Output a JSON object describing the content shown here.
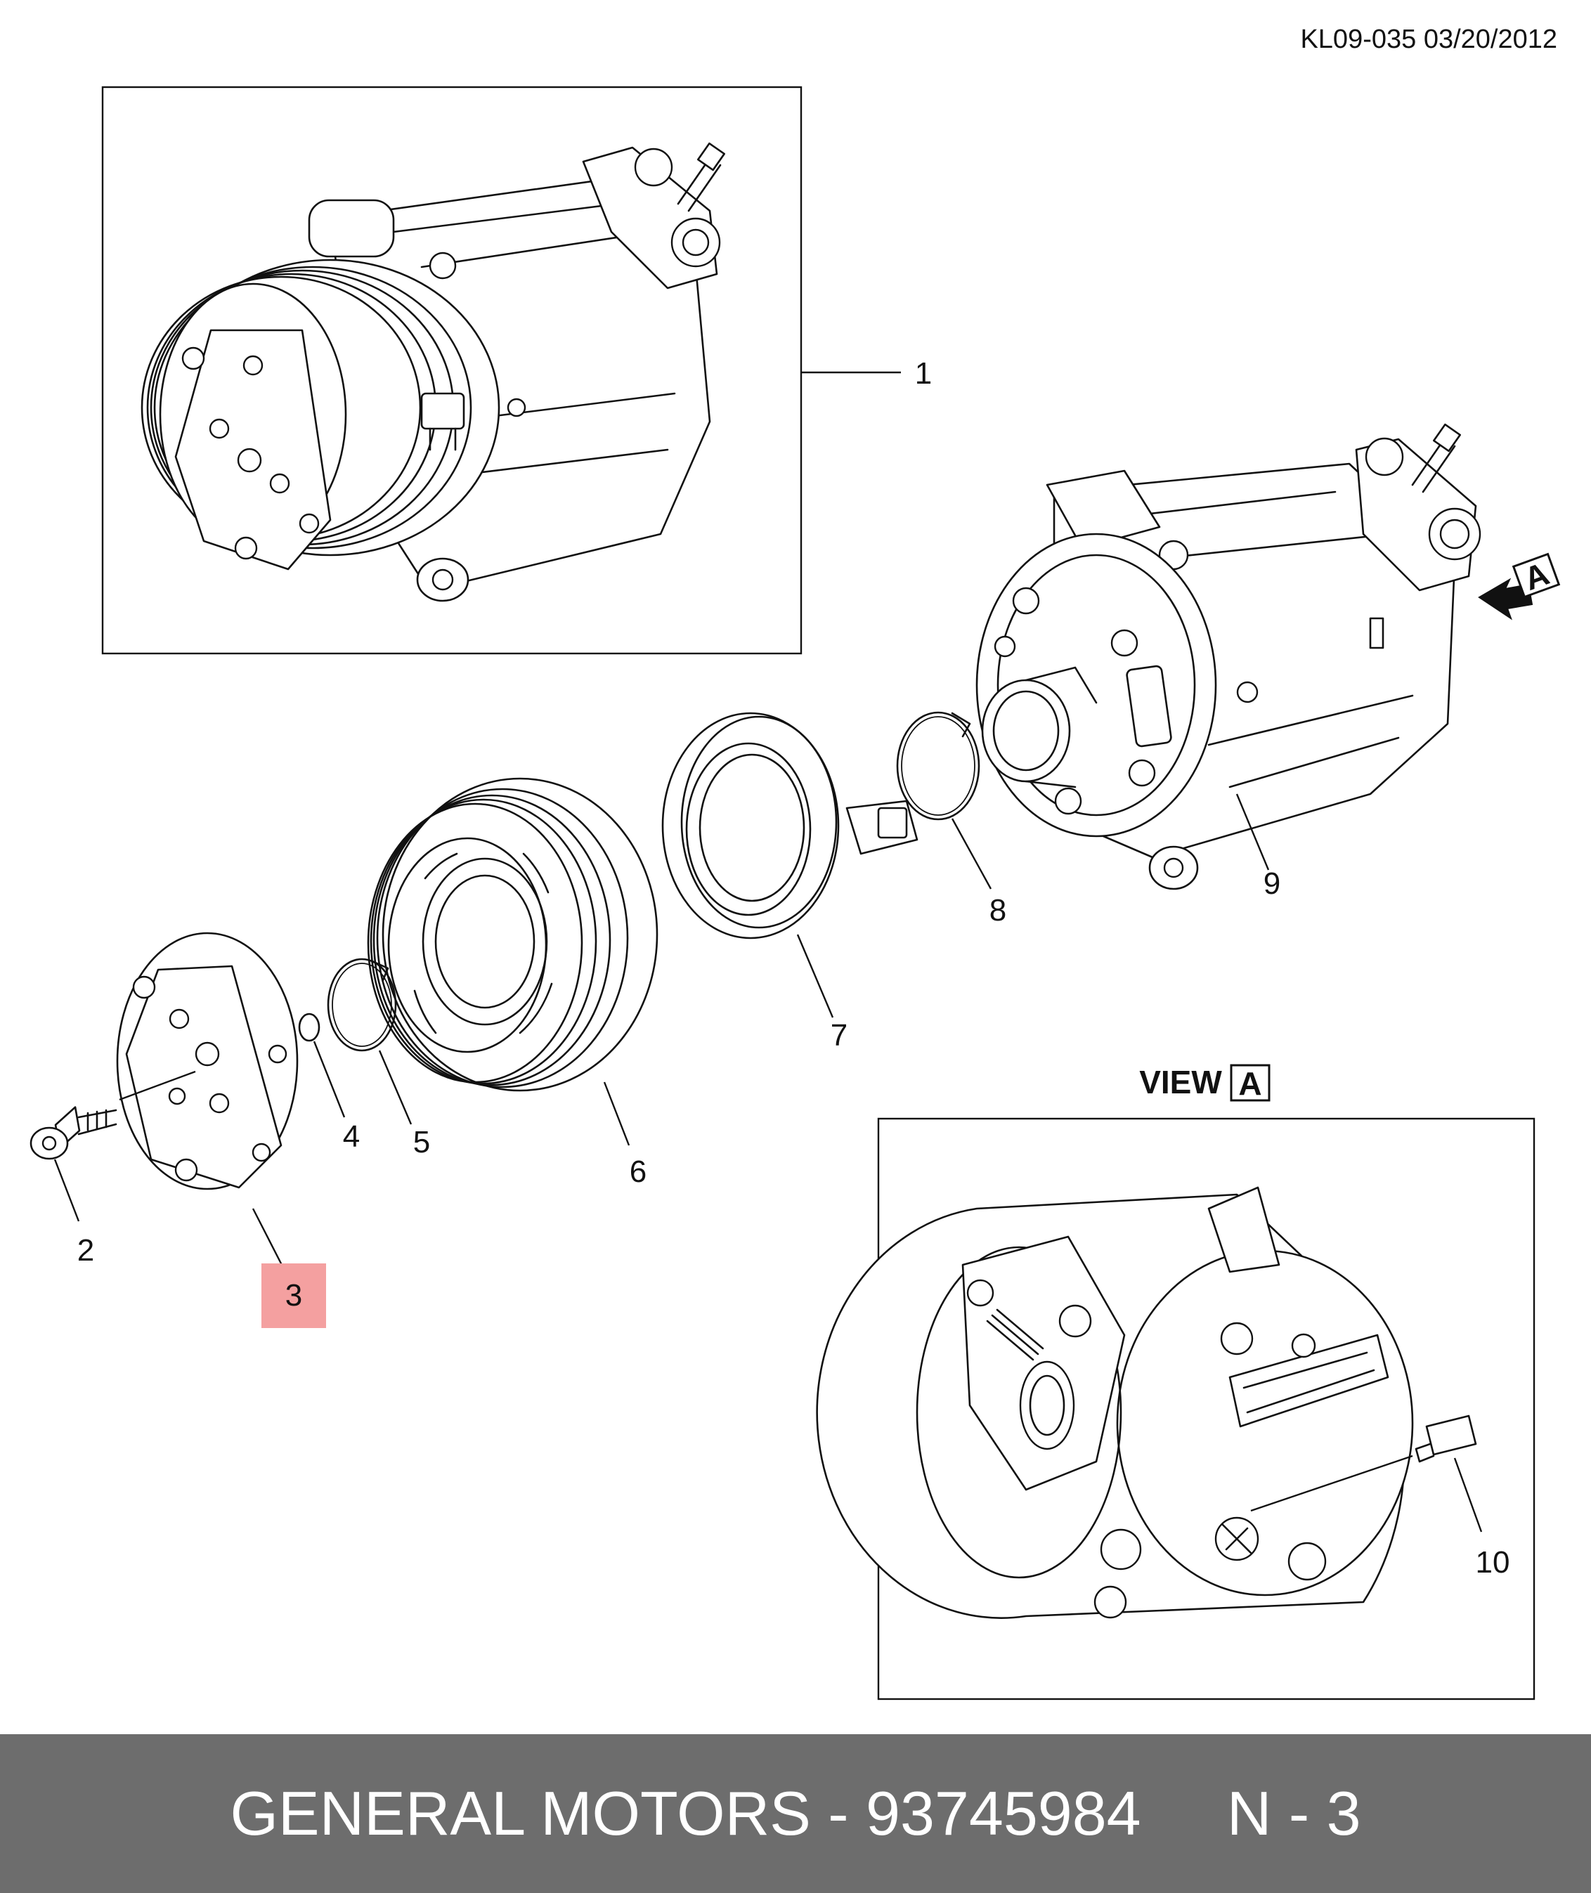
{
  "header": {
    "document_id": "KL09-035 03/20/2012"
  },
  "view": {
    "label": "VIEW",
    "letter": "A"
  },
  "arrow_letter": "A",
  "callouts": [
    "1",
    "2",
    "3",
    "4",
    "5",
    "6",
    "7",
    "8",
    "9",
    "10"
  ],
  "highlighted_callout": "3",
  "highlight_color": "#f4a0a0",
  "footer": {
    "brand": "GENERAL MOTORS",
    "separator": "-",
    "part_number": "93745984",
    "ref": "N - 3"
  }
}
